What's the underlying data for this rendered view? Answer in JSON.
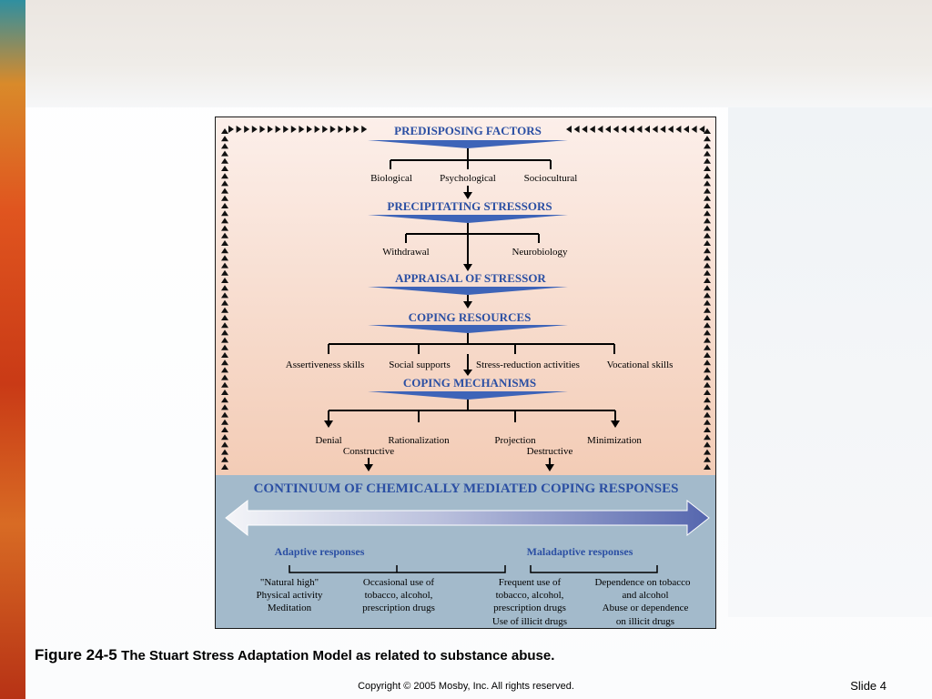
{
  "diagram": {
    "predisposing_factors": {
      "title": "PREDISPOSING FACTORS",
      "items": [
        "Biological",
        "Psychological",
        "Sociocultural"
      ]
    },
    "precipitating_stressors": {
      "title": "PRECIPITATING STRESSORS",
      "items": [
        "Withdrawal",
        "Neurobiology"
      ]
    },
    "appraisal": {
      "title": "APPRAISAL OF STRESSOR"
    },
    "coping_resources": {
      "title": "COPING RESOURCES",
      "items": [
        "Assertiveness skills",
        "Social supports",
        "Stress-reduction activities",
        "Vocational skills"
      ]
    },
    "coping_mechanisms": {
      "title": "COPING MECHANISMS",
      "items": [
        "Denial",
        "Rationalization",
        "Projection",
        "Minimization"
      ],
      "groups": [
        "Constructive",
        "Destructive"
      ]
    },
    "continuum": {
      "title": "CONTINUUM OF CHEMICALLY MEDIATED COPING RESPONSES",
      "adaptive_label": "Adaptive responses",
      "maladaptive_label": "Maladaptive responses",
      "responses": [
        [
          "\"Natural high\"",
          "Physical activity",
          "Meditation"
        ],
        [
          "Occasional use of",
          "tobacco, alcohol,",
          "prescription drugs"
        ],
        [
          "Frequent use of",
          "tobacco, alcohol,",
          "prescription drugs",
          "Use of illicit drugs"
        ],
        [
          "Dependence on tobacco",
          "and alcohol",
          "Abuse or dependence",
          "on illicit drugs"
        ]
      ]
    }
  },
  "caption": {
    "figure_number": "Figure 24-5",
    "text": "The Stuart Stress Adaptation Model as related to substance abuse."
  },
  "footer": {
    "copyright": "Copyright © 2005 Mosby, Inc. All rights reserved.",
    "slide": "Slide 4"
  },
  "colors": {
    "heading_blue": "#2b4fa3",
    "banner_blue": "#3e64b8",
    "peach_top": "#fbeeea",
    "peach_bottom": "#f3cdb8",
    "continuum_bg": "#a2b9c9",
    "arrow_light": "#f2f4f8",
    "arrow_dark": "#5b6bb0"
  }
}
